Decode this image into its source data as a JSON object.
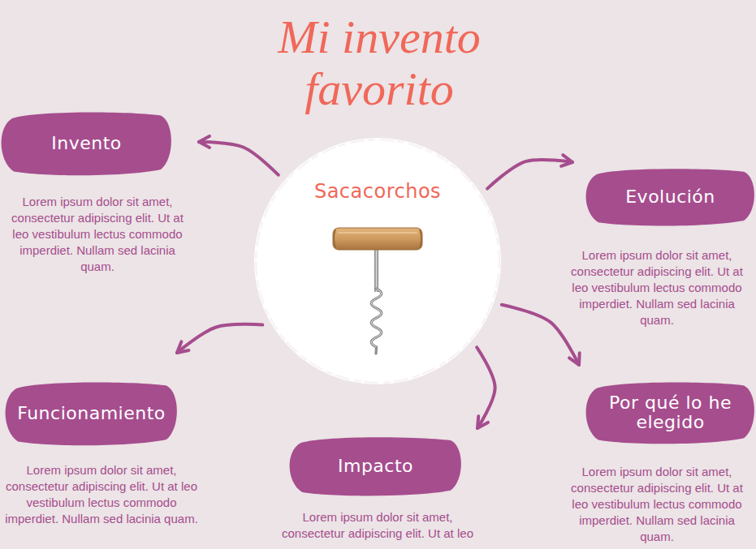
{
  "diagram": {
    "title": "Mi invento favorito",
    "nodes": [
      {
        "text": [
          "Invento",
          "Lorem ipsum dolor sit amet, consectetur adipiscing elit. Ut at leo vestibulum lectus commodo imperdiet. Nullam sed lacinia quam."
        ]
      },
      {
        "text": [
          "Sacacorchos"
        ]
      },
      {
        "text": [
          "Evolución",
          "Lorem ipsum dolor sit amet, consectetur adipiscing elit. Ut at leo vestibulum lectus commodo imperdiet. Nullam sed lacinia quam."
        ]
      },
      {
        "text": [
          "Funcionamiento",
          "Lorem ipsum dolor sit amet, consectetur adipiscing elit. Ut at leo vestibulum lectus commodo imperdiet. Nullam sed lacinia quam."
        ]
      },
      {
        "text": [
          "Impacto",
          "Lorem ipsum dolor sit amet, consectetur adipiscing elit. Ut at leo"
        ]
      },
      {
        "text": [
          "Por qué lo he elegido",
          "Lorem ipsum dolor sit amet, consectetur adipiscing elit. Ut at leo vestibulum lectus commodo imperdiet. Nullam sed lacinia quam."
        ]
      }
    ],
    "edges": [
      {
        "from": 1,
        "to": 0,
        "arrow": "to"
      },
      {
        "from": 1,
        "to": 2,
        "arrow": "to"
      },
      {
        "from": 1,
        "to": 3,
        "arrow": "to"
      },
      {
        "from": 1,
        "to": 4,
        "arrow": "to"
      },
      {
        "from": 1,
        "to": 5,
        "arrow": "to"
      }
    ]
  }
}
